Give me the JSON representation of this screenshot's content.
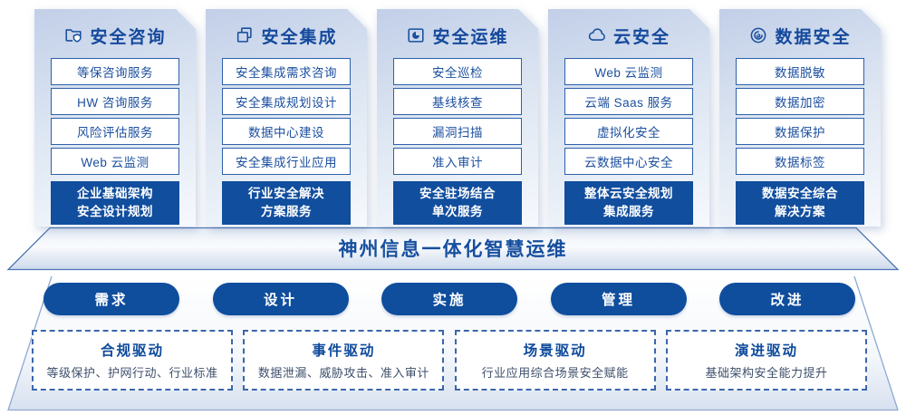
{
  "service_columns": [
    {
      "title": "安全咨询",
      "icon": "folder-shield-icon",
      "items": [
        "等保咨询服务",
        "HW 咨询服务",
        "风险评估服务",
        "Web 云监测"
      ],
      "footer_lines": [
        "企业基础架构",
        "安全设计规划"
      ]
    },
    {
      "title": "安全集成",
      "icon": "copy-docs-icon",
      "items": [
        "安全集成需求咨询",
        "安全集成规划设计",
        "数据中心建设",
        "安全集成行业应用"
      ],
      "footer_lines": [
        "行业安全解决",
        "方案服务"
      ]
    },
    {
      "title": "安全运维",
      "icon": "pie-monitor-icon",
      "items": [
        "安全巡检",
        "基线核查",
        "漏洞扫描",
        "准入审计"
      ],
      "footer_lines": [
        "安全驻场结合",
        "单次服务"
      ]
    },
    {
      "title": "云安全",
      "icon": "cloud-icon",
      "items": [
        "Web 云监测",
        "云端 Saas 服务",
        "虚拟化安全",
        "云数据中心安全"
      ],
      "footer_lines": [
        "整体云安全规划",
        "集成服务"
      ]
    },
    {
      "title": "数据安全",
      "icon": "fingerprint-icon",
      "items": [
        "数据脱敏",
        "数据加密",
        "数据保护",
        "数据标签"
      ],
      "footer_lines": [
        "数据安全综合",
        "解决方案"
      ]
    }
  ],
  "banner": {
    "title": "神州信息一体化智慧运维"
  },
  "process_steps": [
    "需求",
    "设计",
    "实施",
    "管理",
    "改进"
  ],
  "drivers": [
    {
      "title": "合规驱动",
      "desc": "等级保护、护网行动、行业标准"
    },
    {
      "title": "事件驱动",
      "desc": "数据泄漏、威胁攻击、准入审计"
    },
    {
      "title": "场景驱动",
      "desc": "行业应用综合场景安全赋能"
    },
    {
      "title": "演进驱动",
      "desc": "基础架构安全能力提升"
    }
  ],
  "colors": {
    "deep_blue": "#114e9e",
    "pill_blue": "#0f4d9d",
    "border_blue": "#2d61aa",
    "text_blue": "#1b4f9f",
    "desc_slate": "#3e4f6b"
  }
}
